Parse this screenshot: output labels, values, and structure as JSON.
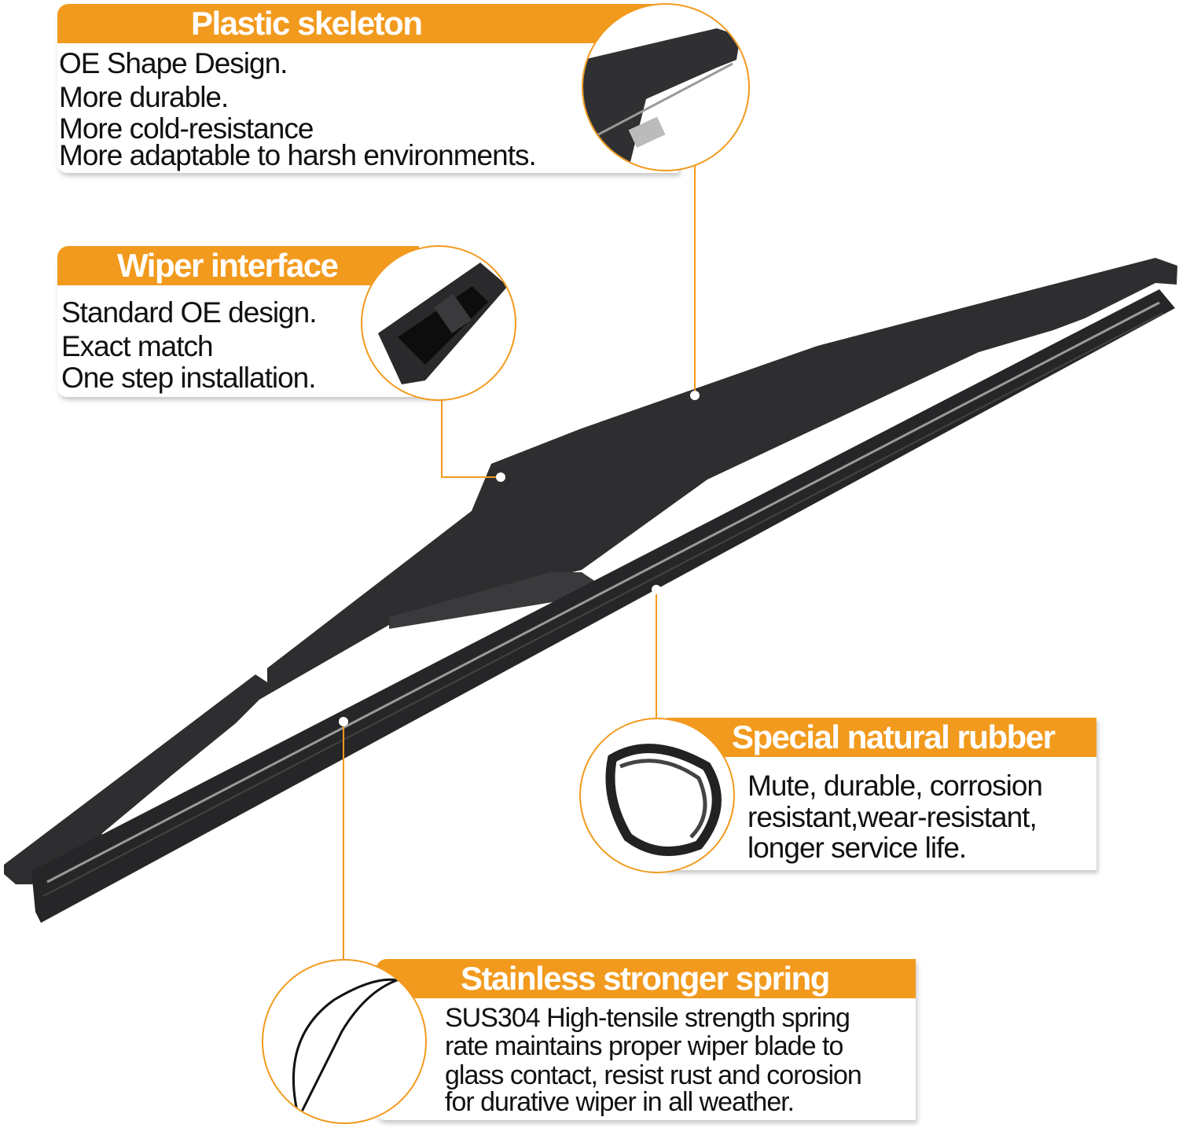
{
  "colors": {
    "accent": "#F29A1D",
    "wiper": "#2c2c2e",
    "text": "#111111"
  },
  "features": [
    {
      "title": "Plastic skeleton",
      "lines": [
        "OE Shape Design.",
        "More durable.",
        "More cold-resistance",
        "More adaptable to harsh environments."
      ]
    },
    {
      "title": "Wiper interface",
      "lines": [
        "Standard OE design.",
        "Exact match",
        "One step installation."
      ]
    },
    {
      "title": "Special natural rubber",
      "lines": [
        "Mute, durable, corrosion",
        "resistant,wear-resistant,",
        "longer service life."
      ]
    },
    {
      "title": "Stainless stronger spring",
      "lines": [
        "SUS304 High-tensile strength spring",
        "rate maintains proper wiper blade to",
        "glass contact, resist rust and corosion",
        "for durative wiper in all weather."
      ]
    }
  ]
}
